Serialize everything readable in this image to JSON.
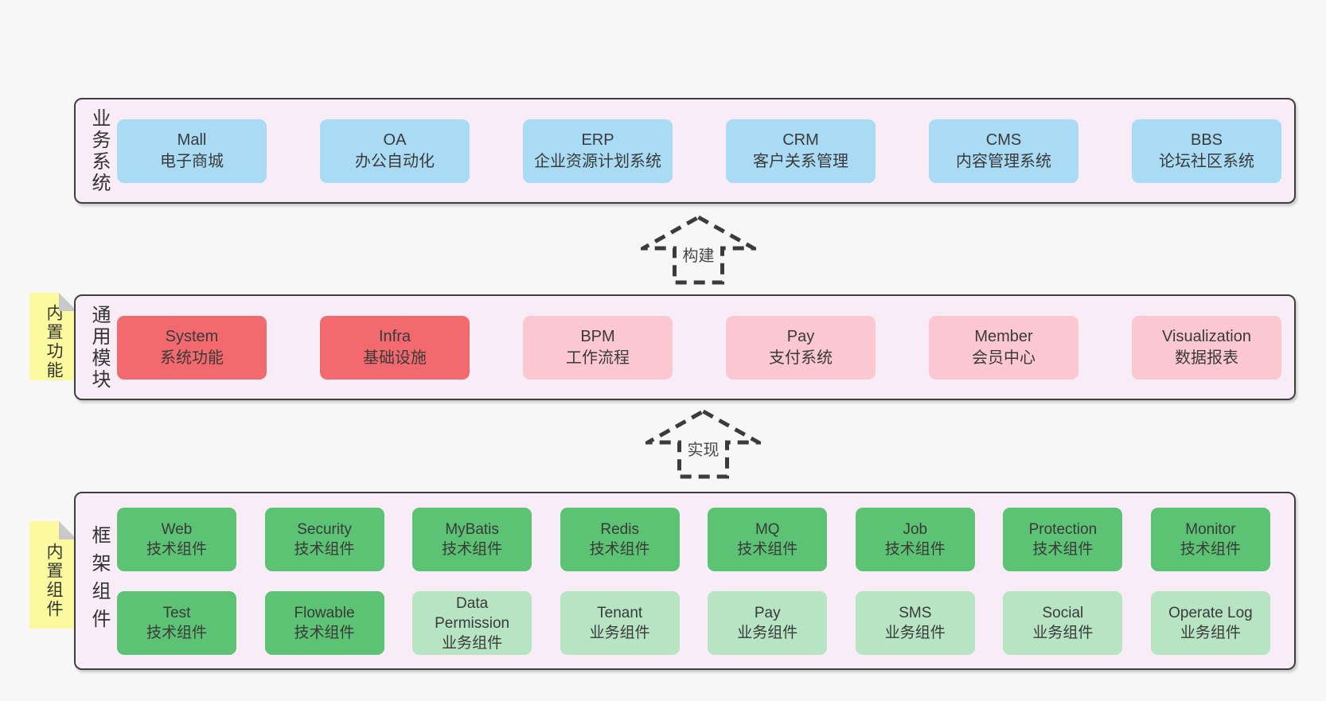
{
  "page": {
    "background": "#f7f7f7"
  },
  "colors": {
    "layer_fill": "#f8edf6",
    "layer_border": "#3f3f3f",
    "blue_box": "#aadbf4",
    "red_box": "#f2696e",
    "pink_box": "#fbc8d2",
    "green_dark_box": "#5cc274",
    "green_light_box": "#b7e4c3",
    "sticky_yellow": "#fbfa9e",
    "sticky_fold_gray": "#c9c9c9",
    "arrow_dash": "#3b3b3b",
    "text": "#3a3a3a"
  },
  "arrows": [
    {
      "label": "构建"
    },
    {
      "label": "实现"
    }
  ],
  "layers": {
    "business": {
      "label": "业务系统",
      "boxes": [
        {
          "en": "Mall",
          "zh": "电子商城",
          "variant": "blue"
        },
        {
          "en": "OA",
          "zh": "办公自动化",
          "variant": "blue"
        },
        {
          "en": "ERP",
          "zh": "企业资源计划系统",
          "variant": "blue"
        },
        {
          "en": "CRM",
          "zh": "客户关系管理",
          "variant": "blue"
        },
        {
          "en": "CMS",
          "zh": "内容管理系统",
          "variant": "blue"
        },
        {
          "en": "BBS",
          "zh": "论坛社区系统",
          "variant": "blue"
        }
      ]
    },
    "modules": {
      "label": "通用模块",
      "sticky": "内置功能",
      "boxes": [
        {
          "en": "System",
          "zh": "系统功能",
          "variant": "red"
        },
        {
          "en": "Infra",
          "zh": "基础设施",
          "variant": "red"
        },
        {
          "en": "BPM",
          "zh": "工作流程",
          "variant": "pink"
        },
        {
          "en": "Pay",
          "zh": "支付系统",
          "variant": "pink"
        },
        {
          "en": "Member",
          "zh": "会员中心",
          "variant": "pink"
        },
        {
          "en": "Visualization",
          "zh": "数据报表",
          "variant": "pink"
        }
      ]
    },
    "framework": {
      "label": "框架组件",
      "sticky": "内置组件",
      "row1": [
        {
          "en": "Web",
          "zh": "技术组件",
          "variant": "green-dark"
        },
        {
          "en": "Security",
          "zh": "技术组件",
          "variant": "green-dark"
        },
        {
          "en": "MyBatis",
          "zh": "技术组件",
          "variant": "green-dark"
        },
        {
          "en": "Redis",
          "zh": "技术组件",
          "variant": "green-dark"
        },
        {
          "en": "MQ",
          "zh": "技术组件",
          "variant": "green-dark"
        },
        {
          "en": "Job",
          "zh": "技术组件",
          "variant": "green-dark"
        },
        {
          "en": "Protection",
          "zh": "技术组件",
          "variant": "green-dark"
        },
        {
          "en": "Monitor",
          "zh": "技术组件",
          "variant": "green-dark"
        }
      ],
      "row2": [
        {
          "en": "Test",
          "zh": "技术组件",
          "variant": "green-dark"
        },
        {
          "en": "Flowable",
          "zh": "技术组件",
          "variant": "green-dark"
        },
        {
          "en": "Data Permission",
          "zh": "业务组件",
          "variant": "green-light"
        },
        {
          "en": "Tenant",
          "zh": "业务组件",
          "variant": "green-light"
        },
        {
          "en": "Pay",
          "zh": "业务组件",
          "variant": "green-light"
        },
        {
          "en": "SMS",
          "zh": "业务组件",
          "variant": "green-light"
        },
        {
          "en": "Social",
          "zh": "业务组件",
          "variant": "green-light"
        },
        {
          "en": "Operate Log",
          "zh": "业务组件",
          "variant": "green-light"
        }
      ]
    }
  }
}
